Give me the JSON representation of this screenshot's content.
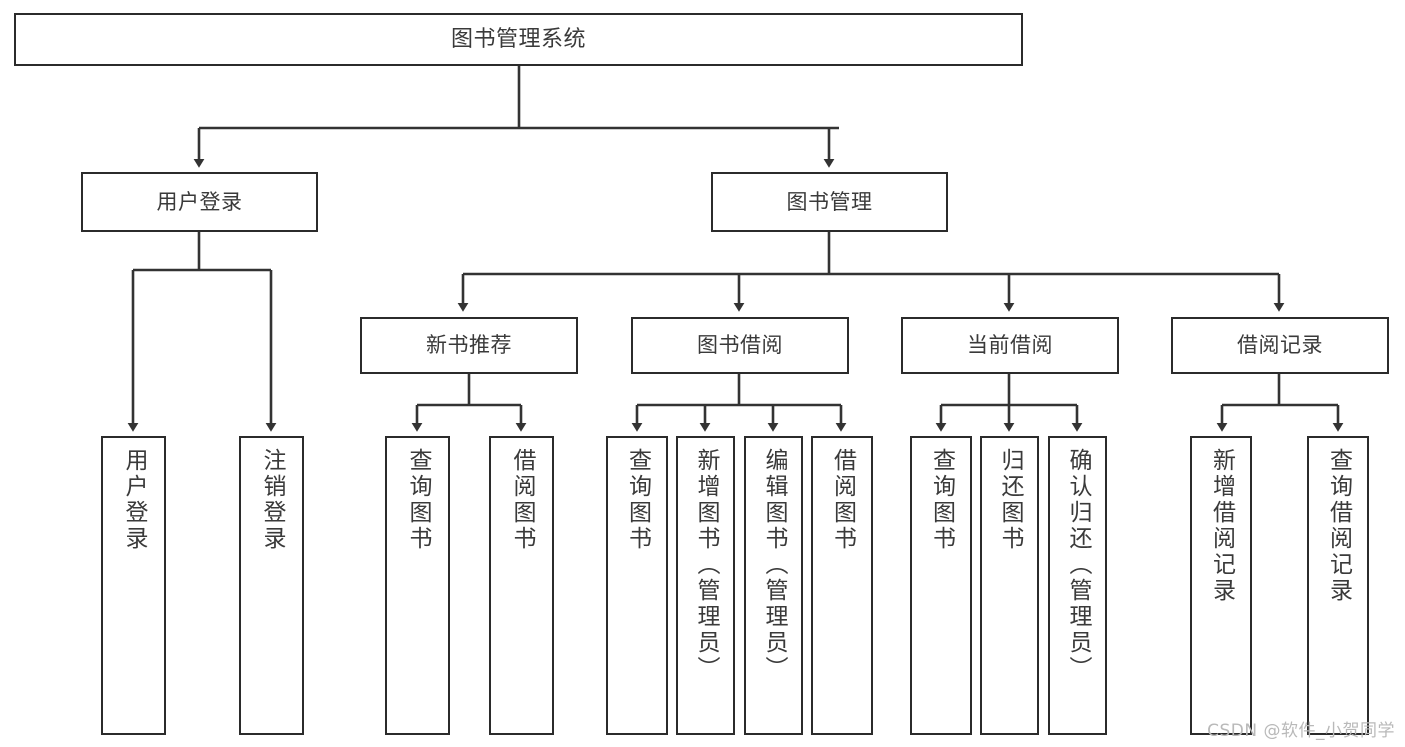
{
  "diagram": {
    "title": "图书管理系统",
    "watermark": "CSDN @软件_小贺同学",
    "colors": {
      "background": "#ffffff",
      "box_border": "#2b2b2b",
      "box_fill": "#ffffff",
      "text": "#3a3a3a",
      "connector": "#333333",
      "watermark": "#b9b9b9"
    },
    "levels": {
      "level0": [
        {
          "id": "root",
          "label": "图书管理系统"
        }
      ],
      "level1": [
        {
          "id": "user-login",
          "label": "用户登录",
          "parent": "root"
        },
        {
          "id": "book-manage",
          "label": "图书管理",
          "parent": "root"
        }
      ],
      "level2": [
        {
          "id": "new-book-rec",
          "label": "新书推荐",
          "parent": "book-manage"
        },
        {
          "id": "book-borrow",
          "label": "图书借阅",
          "parent": "book-manage"
        },
        {
          "id": "current-borrow",
          "label": "当前借阅",
          "parent": "book-manage"
        },
        {
          "id": "borrow-record",
          "label": "借阅记录",
          "parent": "book-manage"
        }
      ],
      "level3": [
        {
          "id": "leaf-user-login",
          "label": "用户登录",
          "parent": "user-login"
        },
        {
          "id": "leaf-logout",
          "label": "注销登录",
          "parent": "user-login"
        },
        {
          "id": "leaf-query-book-1",
          "label": "查询图书",
          "parent": "new-book-rec"
        },
        {
          "id": "leaf-borrow-book-1",
          "label": "借阅图书",
          "parent": "new-book-rec"
        },
        {
          "id": "leaf-query-book-2",
          "label": "查询图书",
          "parent": "book-borrow"
        },
        {
          "id": "leaf-add-book",
          "label": "新增图书（管理员）",
          "parent": "book-borrow"
        },
        {
          "id": "leaf-edit-book",
          "label": "编辑图书（管理员）",
          "parent": "book-borrow"
        },
        {
          "id": "leaf-borrow-book-2",
          "label": "借阅图书",
          "parent": "book-borrow"
        },
        {
          "id": "leaf-query-book-3",
          "label": "查询图书",
          "parent": "current-borrow"
        },
        {
          "id": "leaf-return-book",
          "label": "归还图书",
          "parent": "current-borrow"
        },
        {
          "id": "leaf-confirm-return",
          "label": "确认归还（管理员）",
          "parent": "current-borrow"
        },
        {
          "id": "leaf-add-record",
          "label": "新增借阅记录",
          "parent": "borrow-record"
        },
        {
          "id": "leaf-query-record",
          "label": "查询借阅记录",
          "parent": "borrow-record"
        }
      ]
    }
  }
}
